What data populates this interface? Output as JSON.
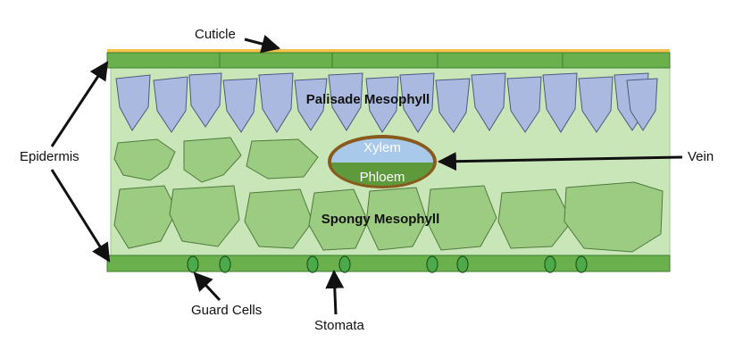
{
  "labels": {
    "cuticle": "Cuticle",
    "epidermis": "Epidermis",
    "palisade": "Palisade Mesophyll",
    "xylem": "Xylem",
    "phloem": "Phloem",
    "vein": "Vein",
    "spongy": "Spongy Mesophyll",
    "guard_cells": "Guard Cells",
    "stomata": "Stomata"
  },
  "colors": {
    "cuticle": "#f2c24b",
    "epidermis": "#6ab04c",
    "mesophyll_bg": "#c9e6b8",
    "palisade_cell": "#a9b9df",
    "spongy_cell": "#9ccc82",
    "xylem": "#a9c9ea",
    "phloem": "#5e9a3c",
    "vein_border": "#8a5a1c",
    "guard_cell": "#4daa4a",
    "arrow": "#111111"
  }
}
